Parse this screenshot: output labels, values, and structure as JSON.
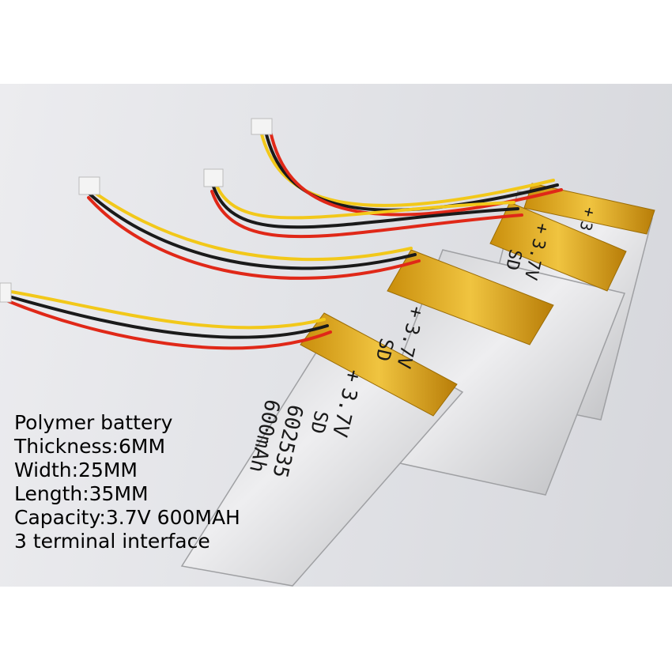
{
  "specs": {
    "lines": [
      "Polymer battery",
      "Thickness:6MM",
      "Width:25MM",
      "Length:35MM",
      "Capacity:3.7V  600MAH",
      "3 terminal interface"
    ]
  },
  "cell_labels": {
    "brand": "SD",
    "plus": "+",
    "minus": "-",
    "voltage": "3.7V",
    "model": "602535",
    "capacity": "600mAh"
  },
  "colors": {
    "background": "#ffffff",
    "backdrop": "#e2e3e7",
    "cell_body": "#d9dadd",
    "kapton_tape": "#e3b01c",
    "wire_red": "#e02818",
    "wire_yellow": "#f2c81a",
    "wire_black": "#1a1a1a",
    "connector": "#f4f4f4"
  }
}
